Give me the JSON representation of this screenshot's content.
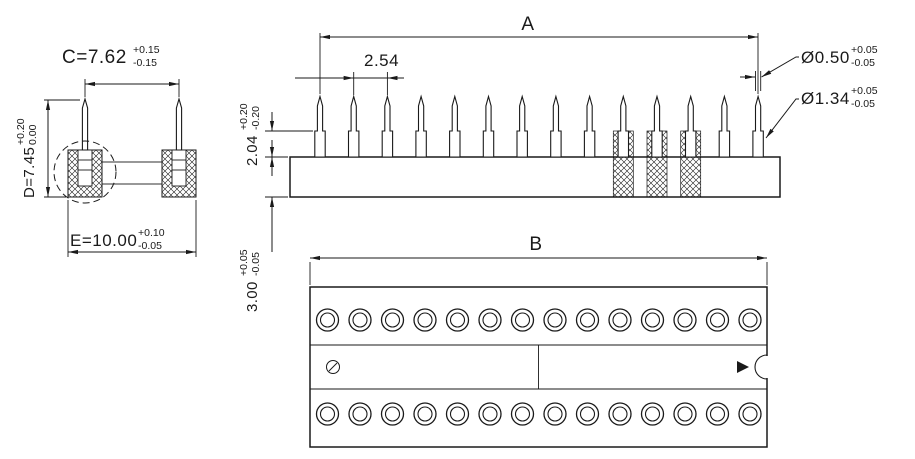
{
  "drawing": {
    "kind": "technical-dimension-drawing",
    "component": "dual-row machined-pin IC socket",
    "views": [
      "contact-section-detail",
      "side-elevation",
      "top-plan"
    ],
    "line_color": "#1a1a1a",
    "background": "#ffffff"
  },
  "dimensions": {
    "A": {
      "label": "A"
    },
    "B": {
      "label": "B"
    },
    "C": {
      "value": "C=7.62",
      "tol_plus": "+0.15",
      "tol_minus": "-0.15"
    },
    "D": {
      "value": "D=7.45",
      "tol_plus": "+0.20",
      "tol_minus": "0.00"
    },
    "E": {
      "value": "E=10.00",
      "tol_plus": "+0.10",
      "tol_minus": "-0.05"
    },
    "pitch": {
      "value": "2.54"
    },
    "contact_height": {
      "value": "2.04",
      "tol_plus": "+0.20",
      "tol_minus": "-0.20"
    },
    "body_height": {
      "value": "3.00",
      "tol_plus": "+0.05",
      "tol_minus": "-0.05"
    },
    "pin_tip_dia": {
      "value": "Ø0.50",
      "tol_plus": "+0.05",
      "tol_minus": "-0.05"
    },
    "contact_dia": {
      "value": "Ø1.34",
      "tol_plus": "+0.05",
      "tol_minus": "-0.05"
    }
  },
  "structure": {
    "pins_per_row": 14,
    "hole_rows": 2,
    "holes_per_row": 14
  }
}
